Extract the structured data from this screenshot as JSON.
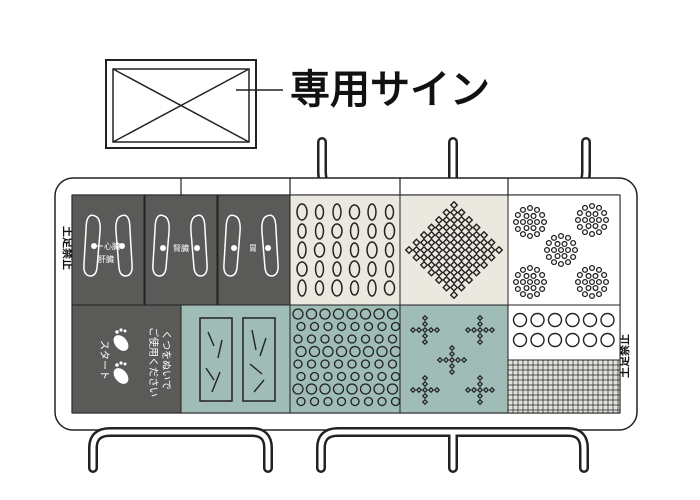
{
  "sign": {
    "label": "専用サイン"
  },
  "mat": {
    "warning_left": "土足禁止",
    "warning_right": "土足禁止",
    "foot_panels": [
      {
        "labels": [
          "心臓",
          "肝臓"
        ]
      },
      {
        "labels": [
          "腎臓"
        ]
      },
      {
        "labels": [
          "胃"
        ]
      }
    ],
    "start_panel": {
      "label": "スタート",
      "instruction_line1": "くつをぬいで",
      "instruction_line2": "ご使用ください"
    }
  },
  "colors": {
    "outline": "#222222",
    "dark_panel": "#5a5a58",
    "beige_panel": "#ebe9df",
    "teal_panel": "#9fbcb6",
    "light_panel": "#e2e2dc",
    "pattern": "#222222",
    "white": "#ffffff"
  }
}
